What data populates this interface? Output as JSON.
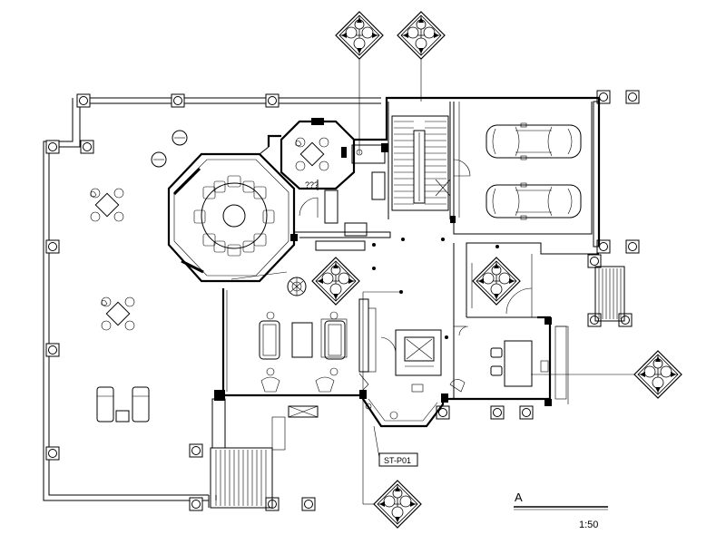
{
  "drawing": {
    "section_label": "A",
    "scale_text": "1:50",
    "tag_text": "ST-P01",
    "room_note": "???"
  },
  "symbols": {
    "index_marker_icon": "diamond-index-marker-icon",
    "column_icon": "column-icon",
    "car_icon": "car-icon",
    "table_set_icon": "square-table-with-chairs-icon",
    "round_table_icon": "round-dining-table-icon"
  }
}
